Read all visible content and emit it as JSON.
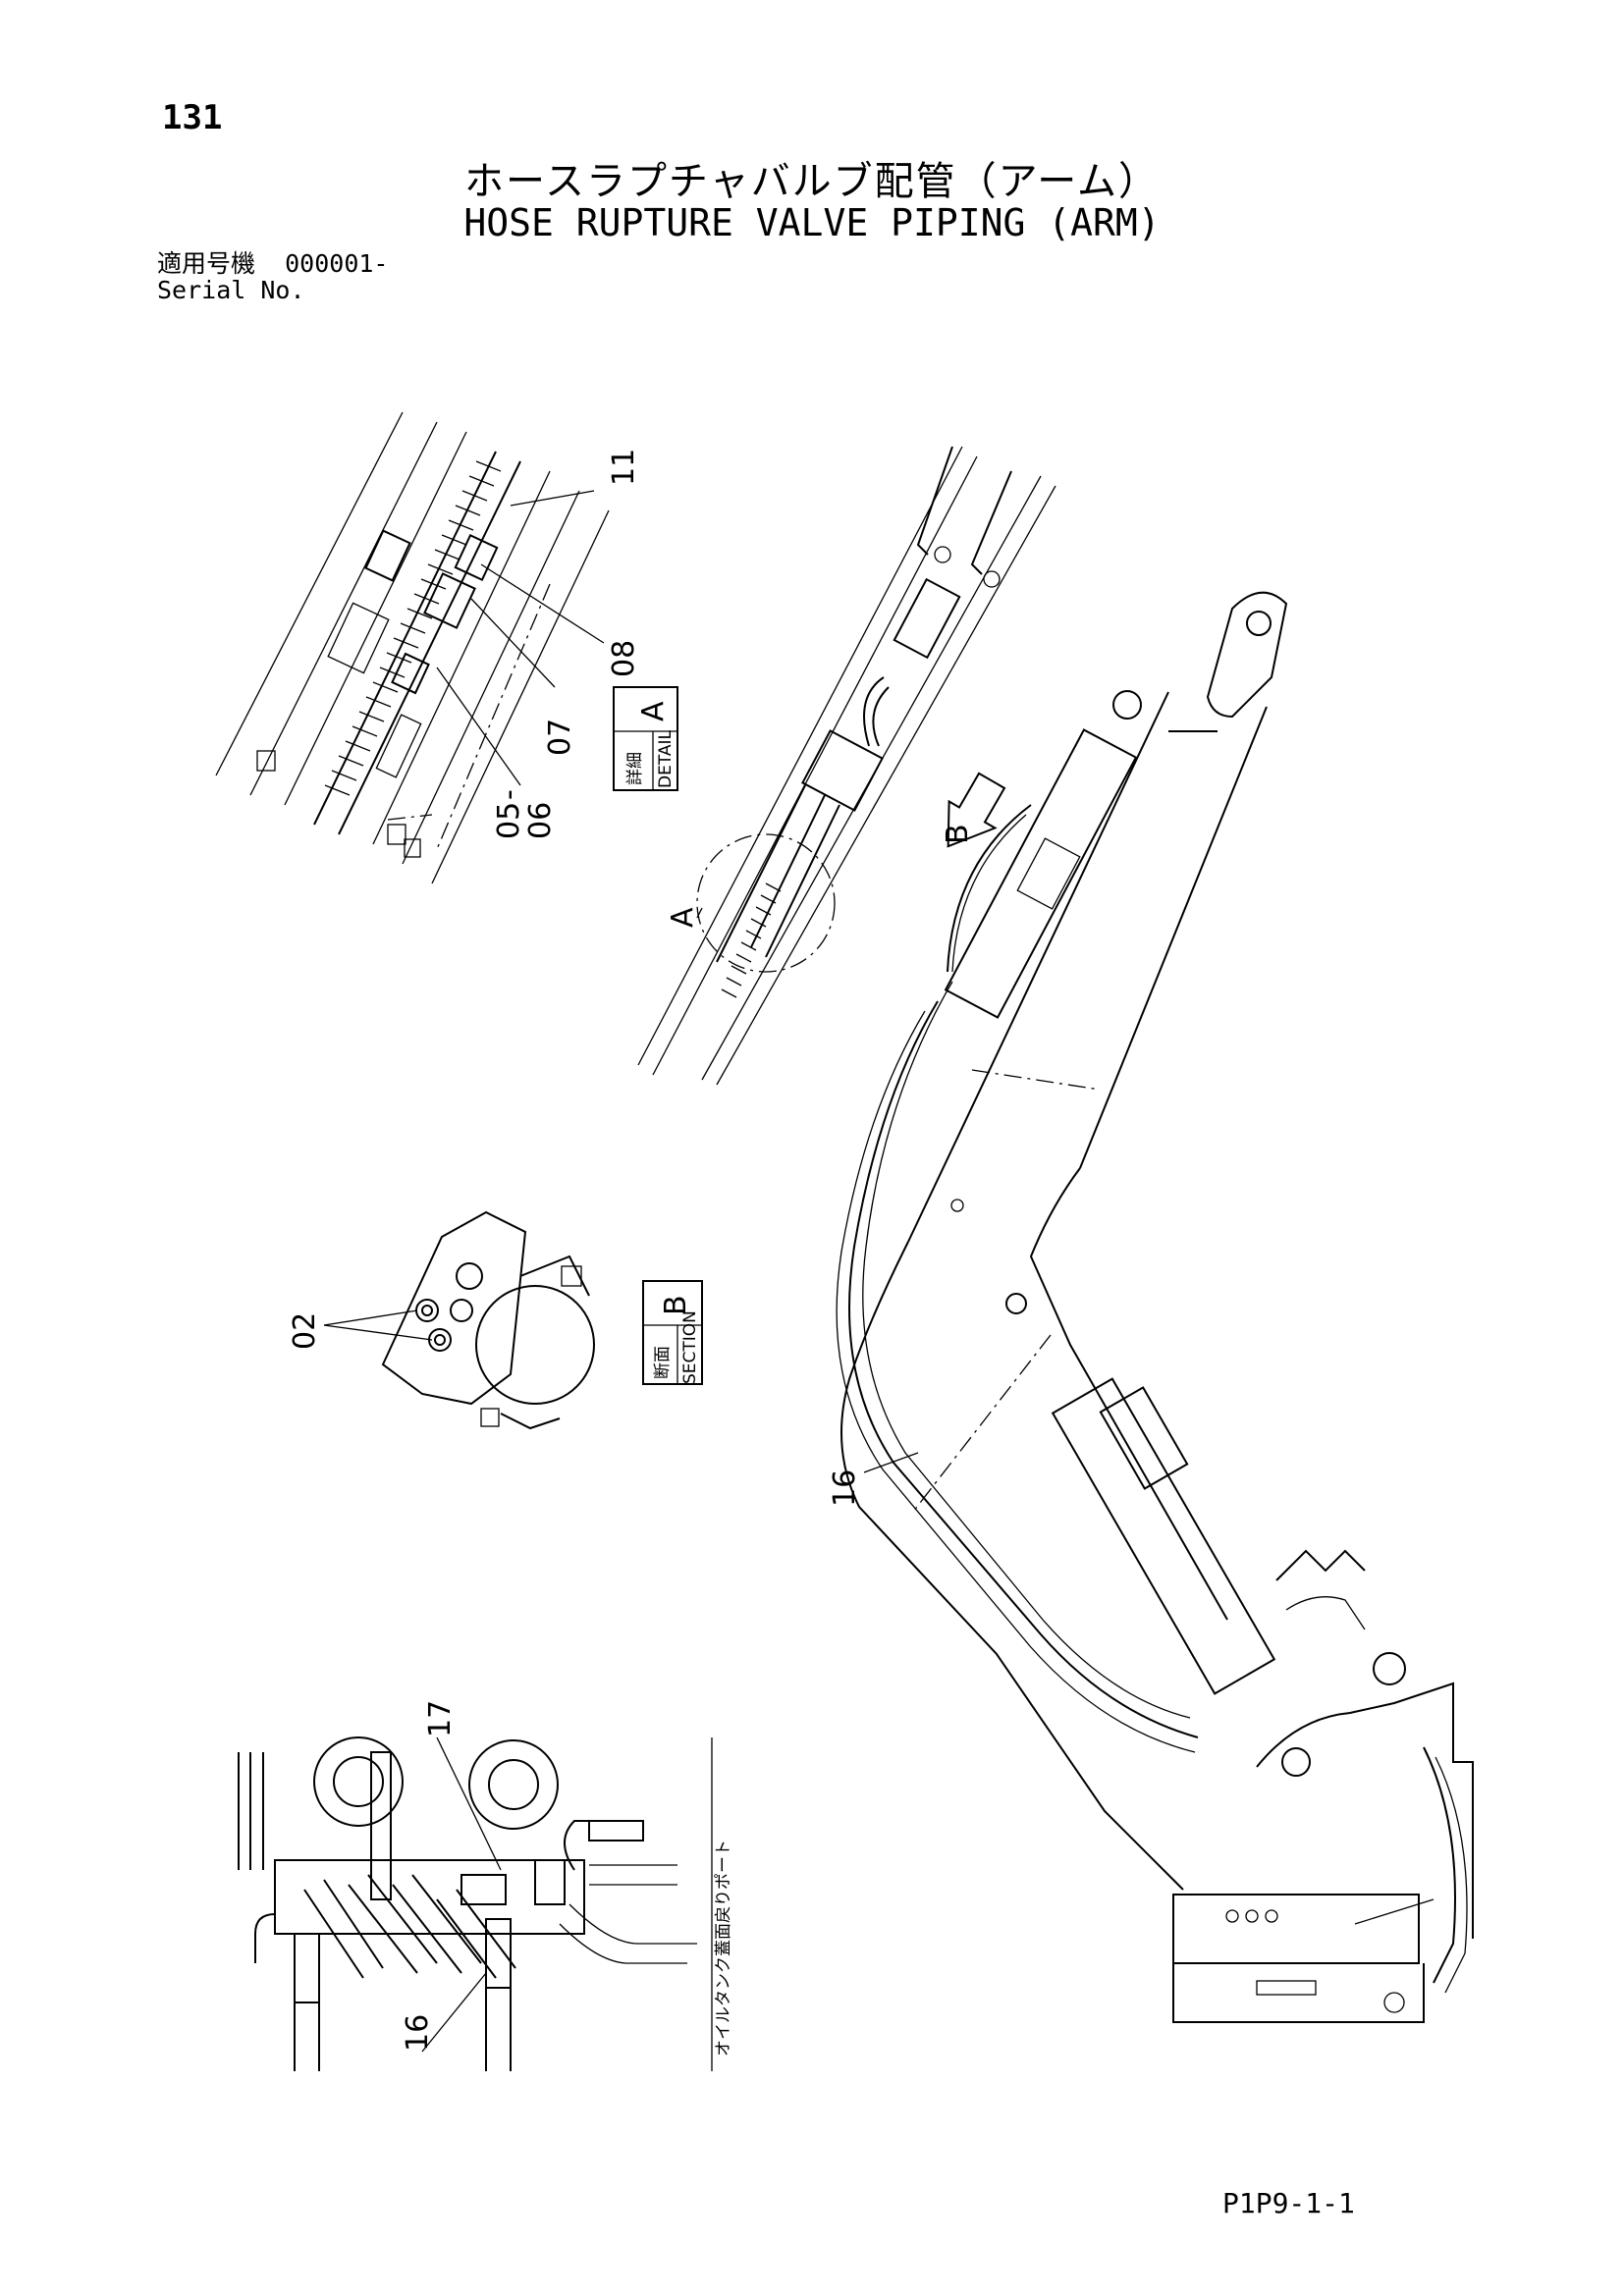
{
  "page": {
    "number": "131",
    "title_jp": "ホースラプチャバルブ配管（アーム）",
    "title_en": "HOSE RUPTURE VALVE PIPING (ARM)",
    "serial_label_jp": "適用号機",
    "serial_value": "000001-",
    "serial_label_en": "Serial No.",
    "footer_code": "P1P9-1-1"
  },
  "diagram": {
    "detail_box": {
      "letter": "A",
      "jp": "詳細",
      "en": "DETAIL"
    },
    "section_box": {
      "letter": "B",
      "jp": "断面",
      "en": "SECTION"
    },
    "circle_label": "A",
    "arrow_label": "B",
    "part_numbers": {
      "p11": "11",
      "p08": "08",
      "p07": "07",
      "p05": "05",
      "p06": "06",
      "p02": "02",
      "p16_main": "16",
      "p17": "17",
      "p16_detail": "16"
    },
    "note_jp": "オイルタンク蓋面戻りポート"
  }
}
